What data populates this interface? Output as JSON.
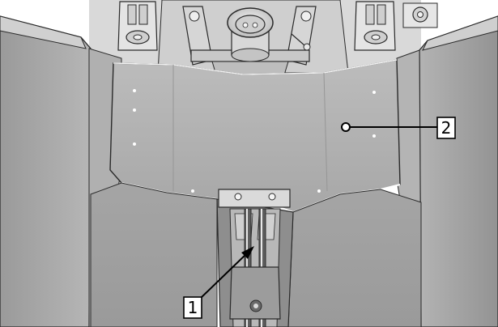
{
  "callouts": [
    {
      "label": "1",
      "part": "rails"
    },
    {
      "label": "2",
      "part": "front-cover"
    }
  ],
  "palette": {
    "line": "#2a2a2a",
    "panel_light": "#c3c3c3",
    "panel_mid": "#a9a9a9",
    "panel_dark": "#8e8e8e",
    "shadow": "#6d6d6d",
    "highlight": "#eeeeee",
    "callout_box": "#ffffff"
  }
}
